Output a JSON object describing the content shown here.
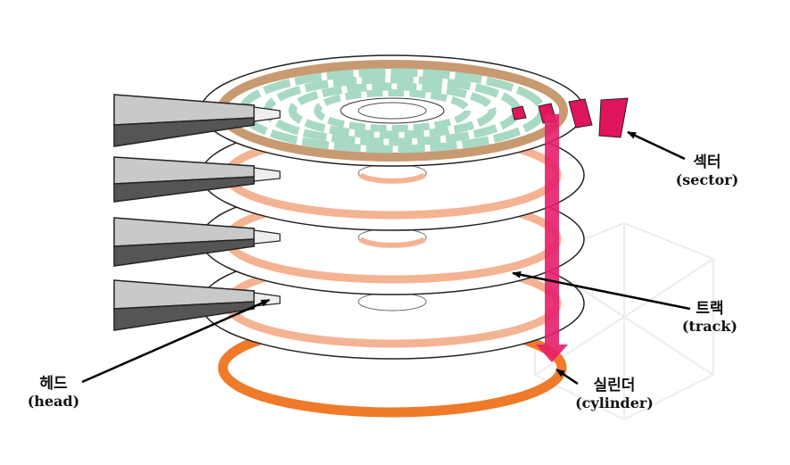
{
  "labels": {
    "sector": {
      "ko": "섹터",
      "en": "(sector)"
    },
    "track": {
      "ko": "트랙",
      "en": "(track)"
    },
    "head": {
      "ko": "헤드",
      "en": "(head)"
    },
    "cylinder": {
      "ko": "실린더",
      "en": "(cylinder)"
    }
  },
  "colors": {
    "track": "#f4b393",
    "track_top": "#c89a72",
    "cylinder_ring": "#ee7a2a",
    "sector": "#e0155e",
    "sector_band": "#a8d9c4",
    "cylinder_arrow": "#e51f6a",
    "head_light": "#c9c9c9",
    "head_dark": "#555555"
  },
  "icons": {
    "watermark": "transform-arrows-cube"
  }
}
